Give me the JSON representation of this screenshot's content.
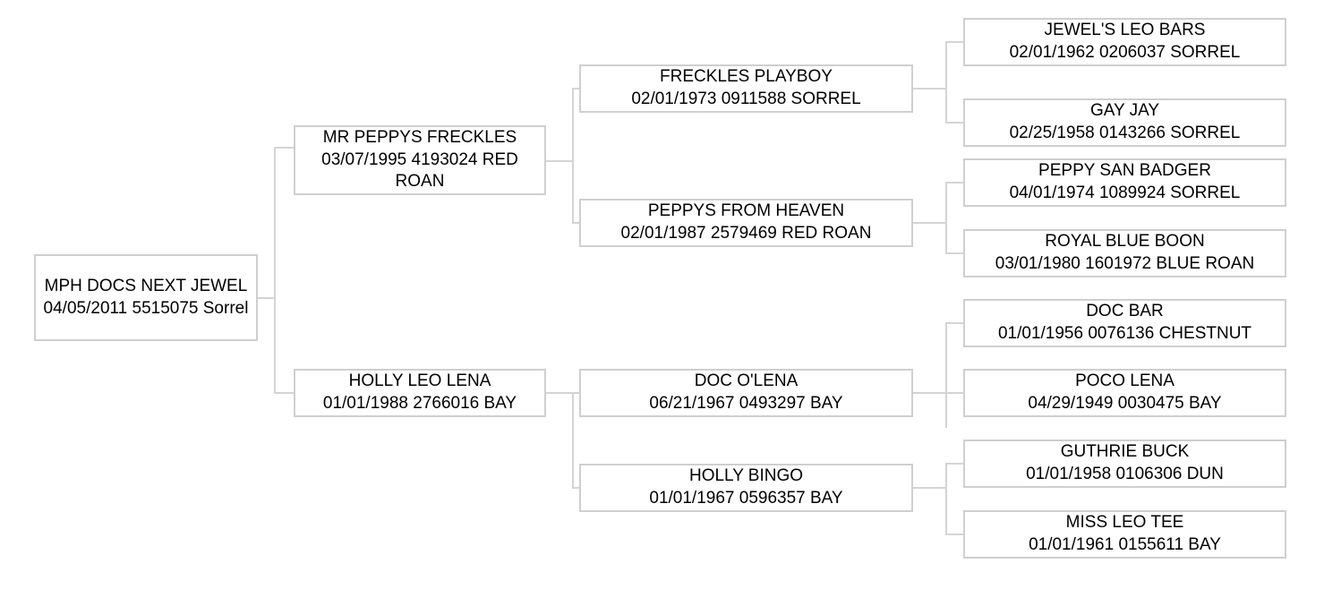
{
  "chart": {
    "type": "pedigree-tree",
    "orientation": "left-to-right",
    "generations": 4,
    "line_color": "#d4d4d4",
    "border_color": "#cfcfcf",
    "text_color": "#000000",
    "background_color": "#ffffff"
  },
  "nodes": {
    "subject": {
      "name": "MPH DOCS NEXT JEWEL",
      "detail": "04/05/2011 5515075 Sorrel"
    },
    "sire": {
      "name": "MR PEPPYS FRECKLES",
      "detail": "03/07/1995 4193024 RED ROAN"
    },
    "dam": {
      "name": "HOLLY LEO LENA",
      "detail": "01/01/1988 2766016 BAY"
    },
    "sire_sire": {
      "name": "FRECKLES PLAYBOY",
      "detail": "02/01/1973 0911588 SORREL"
    },
    "sire_dam": {
      "name": "PEPPYS FROM HEAVEN",
      "detail": "02/01/1987 2579469 RED ROAN"
    },
    "dam_sire": {
      "name": "DOC O'LENA",
      "detail": "06/21/1967 0493297 BAY"
    },
    "dam_dam": {
      "name": "HOLLY BINGO",
      "detail": "01/01/1967 0596357 BAY"
    },
    "sire_sire_sire": {
      "name": "JEWEL'S LEO BARS",
      "detail": "02/01/1962 0206037 SORREL"
    },
    "sire_sire_dam": {
      "name": "GAY JAY",
      "detail": "02/25/1958 0143266 SORREL"
    },
    "sire_dam_sire": {
      "name": "PEPPY SAN BADGER",
      "detail": "04/01/1974 1089924 SORREL"
    },
    "sire_dam_dam": {
      "name": "ROYAL BLUE BOON",
      "detail": "03/01/1980 1601972 BLUE ROAN"
    },
    "dam_sire_sire": {
      "name": "DOC BAR",
      "detail": "01/01/1956 0076136 CHESTNUT"
    },
    "dam_sire_dam": {
      "name": "POCO LENA",
      "detail": "04/29/1949 0030475 BAY"
    },
    "dam_dam_sire": {
      "name": "GUTHRIE BUCK",
      "detail": "01/01/1958 0106306 DUN"
    },
    "dam_dam_dam": {
      "name": "MISS LEO TEE",
      "detail": "01/01/1961 0155611 BAY"
    }
  }
}
